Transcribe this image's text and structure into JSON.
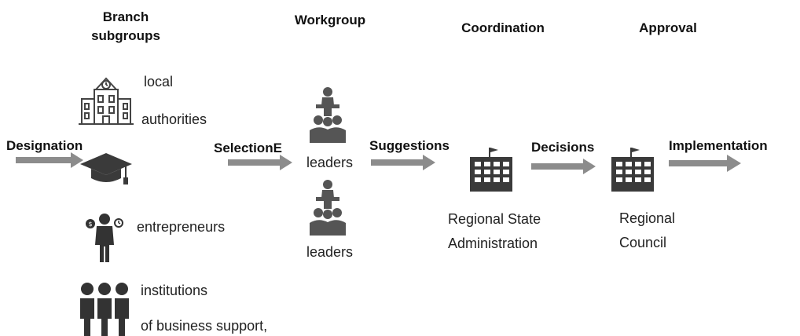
{
  "headers": {
    "branch_subgroups": "Branch subgroups",
    "workgroup": "Workgroup",
    "coordination": "Coordination",
    "approval": "Approval"
  },
  "flow_labels": {
    "designation": "Designation",
    "selection": "SelectionE",
    "suggestions": "Suggestions",
    "decisions": "Decisions",
    "implementation": "Implementation"
  },
  "subgroups": {
    "local_line1": "local",
    "local_line2": "authorities",
    "entrepreneurs": "entrepreneurs",
    "institutions_line1": "institutions",
    "institutions_line2": "of business support,"
  },
  "workgroup": {
    "leaders_top": "leaders",
    "leaders_bottom": "leaders"
  },
  "bodies": {
    "regional_state_line1": "Regional State",
    "regional_state_line2": "Administration",
    "regional_council_line1": "Regional",
    "regional_council_line2": "Council"
  },
  "icons": {
    "city_hall": "city-hall-icon",
    "graduation_cap": "graduation-cap-icon",
    "businessman": "businessman-icon",
    "group": "people-group-icon",
    "leader": "presenter-icon",
    "government_building": "government-building-icon"
  },
  "colors": {
    "arrow": "#8c8c8c",
    "icon_dark": "#3a3a3a",
    "icon_mid": "#555555"
  }
}
